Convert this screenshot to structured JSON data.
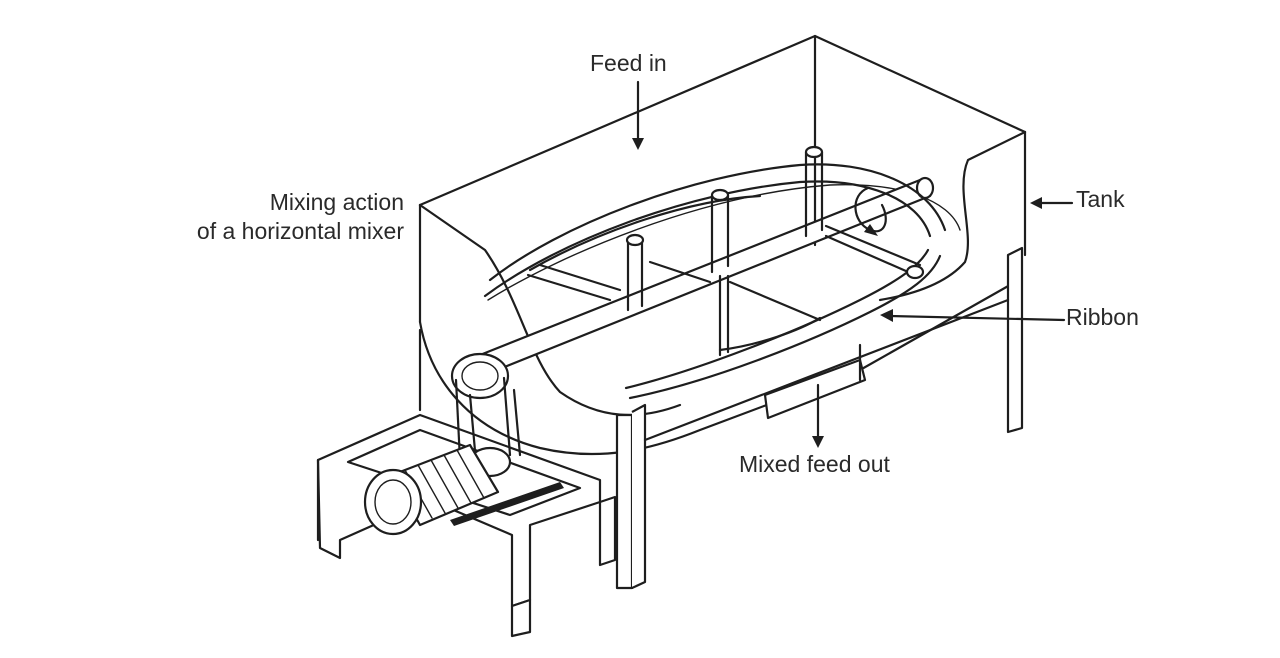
{
  "labels": {
    "feed_in": "Feed in",
    "mixing_line1": "Mixing action",
    "mixing_line2": "of a horizontal mixer",
    "tank": "Tank",
    "ribbon": "Ribbon",
    "mixed_feed_out": "Mixed feed out"
  },
  "colors": {
    "line": "#1e1e1e",
    "text": "#2a2a2a",
    "background": "#ffffff"
  }
}
